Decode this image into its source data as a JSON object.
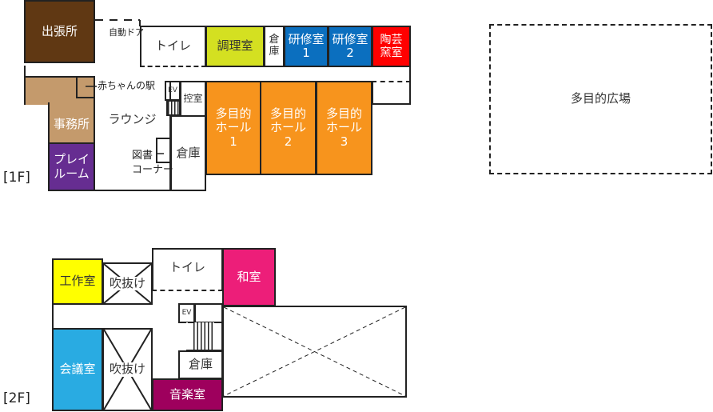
{
  "floor1": {
    "label": "[1F]",
    "rooms": {
      "branch_office": "出張所",
      "auto_door": "自動ドア",
      "toilet": "トイレ",
      "cooking": "調理室",
      "storage_small": "倉\n庫",
      "training1": "研修室\n1",
      "training2": "研修室\n2",
      "pottery": "陶芸\n窯室",
      "baby_station": "赤ちゃんの駅",
      "office": "事務所",
      "playroom": "プレイ\nルーム",
      "lounge": "ラウンジ",
      "ev": "EV",
      "waiting": "控室",
      "storage": "倉庫",
      "library": "図書\nコーナー",
      "hall1": "多目的\nホール\n1",
      "hall2": "多目的\nホール\n2",
      "hall3": "多目的\nホール\n3",
      "plaza": "多目的広場"
    }
  },
  "floor2": {
    "label": "[2F]",
    "rooms": {
      "workshop": "工作室",
      "void1": "吹抜け",
      "toilet": "トイレ",
      "japanese": "和室",
      "ev": "EV",
      "meeting": "会議室",
      "void2": "吹抜け",
      "storage": "倉庫",
      "music": "音楽室"
    }
  },
  "colors": {
    "branch": "#603813",
    "office": "#c49a6c",
    "play": "#662d91",
    "cooking": "#d4e021",
    "training": "#0b6fbf",
    "pottery": "#ff0000",
    "hall": "#f7941d",
    "workshop": "#ffff00",
    "japanese": "#ed1e79",
    "meeting": "#29abe2",
    "music": "#9e005d"
  }
}
